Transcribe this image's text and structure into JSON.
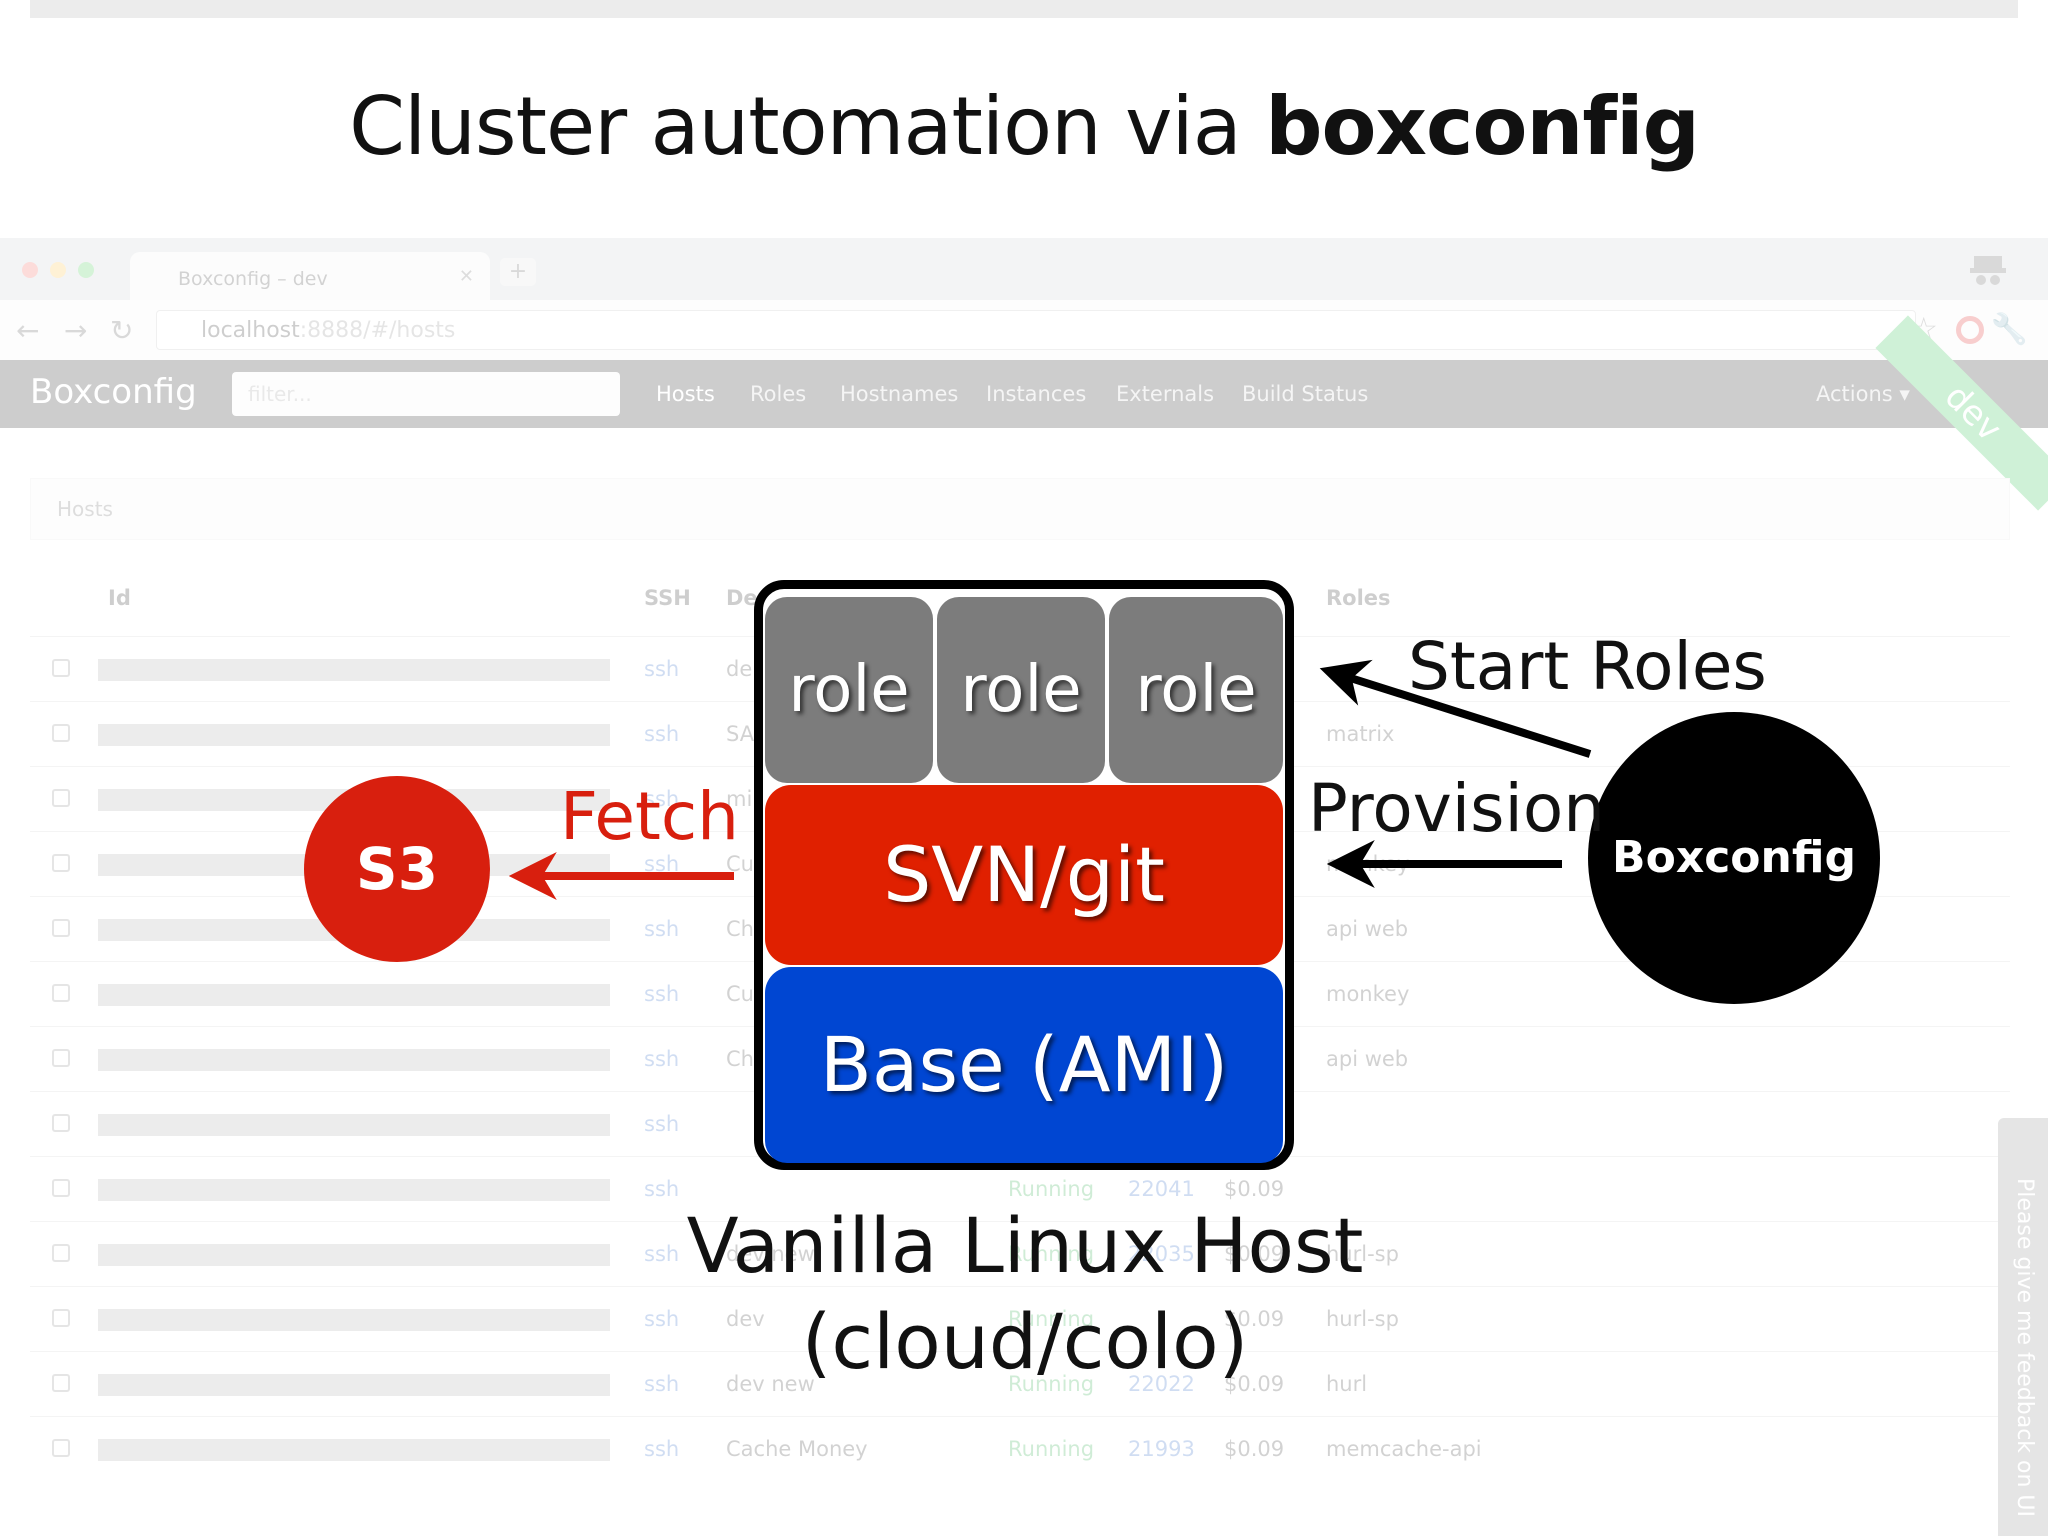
{
  "slide": {
    "title_prefix": "Cluster automation via ",
    "title_bold": "boxconfig"
  },
  "browser": {
    "tab_title": "Boxconfig – dev",
    "url_host": "localhost",
    "url_path": ":8888/#/hosts",
    "brand": "Boxconfig",
    "filter_placeholder": "filter...",
    "nav": [
      "Hosts",
      "Roles",
      "Hostnames",
      "Instances",
      "Externals",
      "Build Status"
    ],
    "actions": "Actions ▾",
    "env_ribbon": "dev",
    "breadcrumb": "Hosts",
    "columns": {
      "id": "Id",
      "ssh": "SSH",
      "desc": "De",
      "roles": "Roles"
    },
    "rows": [
      {
        "ssh": "ssh",
        "desc": "de",
        "state": "",
        "port": "",
        "price": "",
        "roles": ""
      },
      {
        "ssh": "ssh",
        "desc": "SA",
        "state": "",
        "port": "",
        "price": "",
        "roles": "matrix"
      },
      {
        "ssh": "ssh",
        "desc": "mi",
        "state": "",
        "port": "",
        "price": "",
        "roles": ""
      },
      {
        "ssh": "ssh",
        "desc": "Cu",
        "state": "",
        "port": "",
        "price": "",
        "roles": "monkey"
      },
      {
        "ssh": "ssh",
        "desc": "Ch",
        "state": "",
        "port": "",
        "price": "",
        "roles": "api web"
      },
      {
        "ssh": "ssh",
        "desc": "Cu",
        "state": "",
        "port": "",
        "price": "",
        "roles": "monkey"
      },
      {
        "ssh": "ssh",
        "desc": "Ch",
        "state": "",
        "port": "",
        "price": "",
        "roles": "api web"
      },
      {
        "ssh": "ssh",
        "desc": "",
        "state": "",
        "port": "",
        "price": "",
        "roles": ""
      },
      {
        "ssh": "ssh",
        "desc": "",
        "state": "Running",
        "port": "22041",
        "price": "$0.09",
        "roles": ""
      },
      {
        "ssh": "ssh",
        "desc": "dev new",
        "state": "Running",
        "port": "22035",
        "price": "$0.09",
        "roles": "hurl-sp"
      },
      {
        "ssh": "ssh",
        "desc": "dev",
        "state": "Running",
        "port": "",
        "price": "$0.09",
        "roles": "hurl-sp"
      },
      {
        "ssh": "ssh",
        "desc": "dev new",
        "state": "Running",
        "port": "22022",
        "price": "$0.09",
        "roles": "hurl"
      },
      {
        "ssh": "ssh",
        "desc": "Cache Money",
        "state": "Running",
        "port": "21993",
        "price": "$0.09",
        "roles": "memcache-api"
      }
    ],
    "feedback_tab": "Please give me feedback on UI"
  },
  "diagram": {
    "roles": [
      "role",
      "role",
      "role"
    ],
    "svn_layer": "SVN/git",
    "base_layer": "Base (AMI)",
    "s3_node": "S3",
    "boxconfig_node": "Boxconfig",
    "fetch_label": "Fetch",
    "start_roles_label": "Start Roles",
    "provision_label": "Provision",
    "caption_line1": "Vanilla Linux Host",
    "caption_line2": "(cloud/colo)"
  },
  "colors": {
    "svn": "#e02000",
    "base": "#0046d2",
    "role": "#7c7c7c",
    "s3": "#d81f0e",
    "boxconfig": "#000000"
  }
}
